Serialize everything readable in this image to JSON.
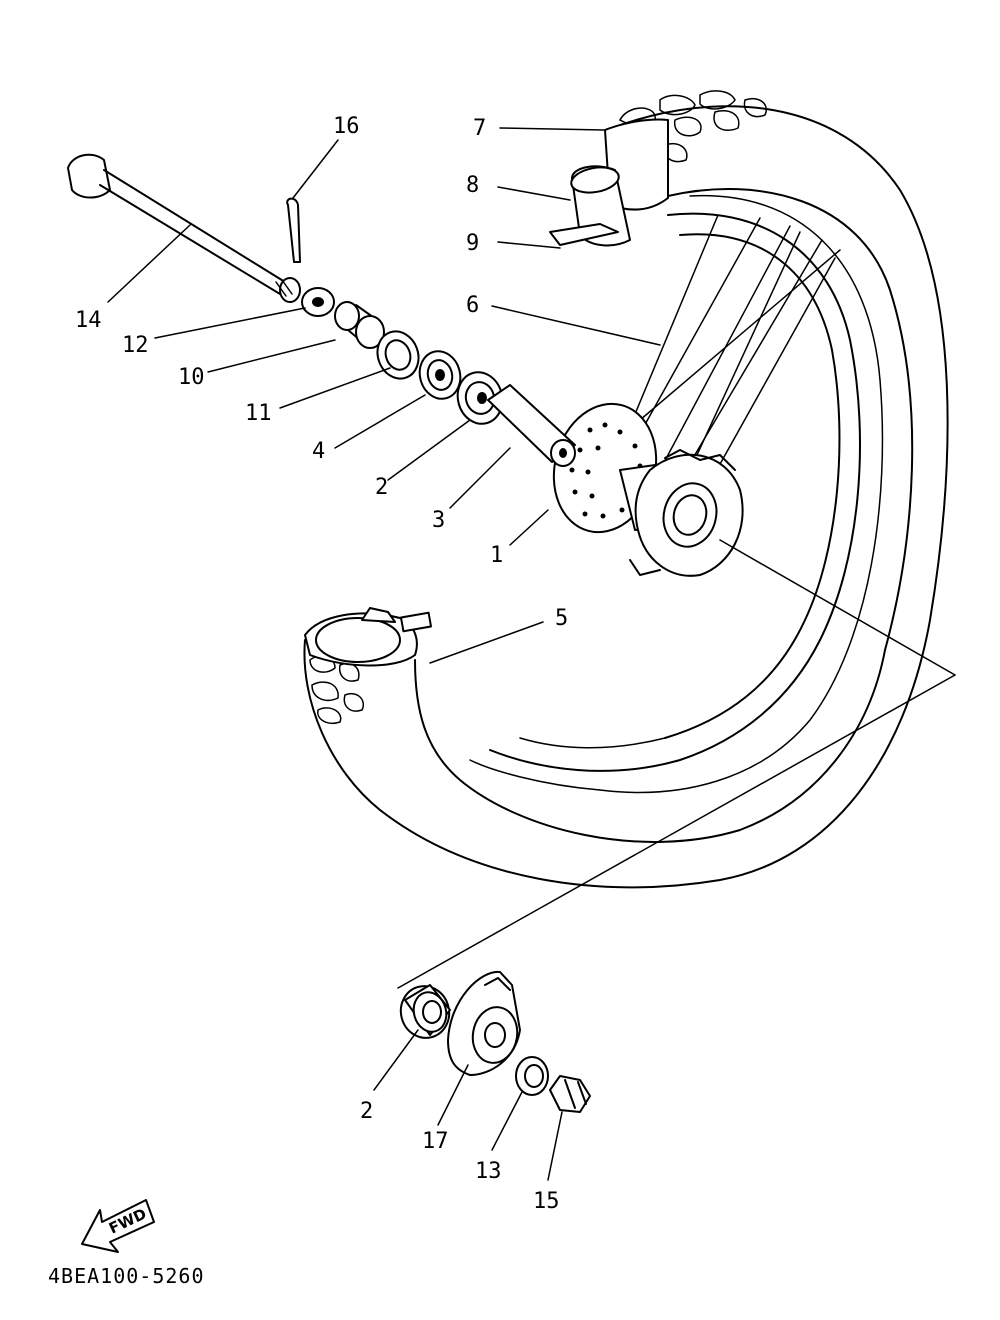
{
  "diagram_code": "4BEA100-5260",
  "fwd_label": "FWD",
  "callouts": [
    {
      "id": "c16",
      "text": "16"
    },
    {
      "id": "c14",
      "text": "14"
    },
    {
      "id": "c12",
      "text": "12"
    },
    {
      "id": "c10",
      "text": "10"
    },
    {
      "id": "c11",
      "text": "11"
    },
    {
      "id": "c4",
      "text": "4"
    },
    {
      "id": "c2a",
      "text": "2"
    },
    {
      "id": "c3",
      "text": "3"
    },
    {
      "id": "c1",
      "text": "1"
    },
    {
      "id": "c7",
      "text": "7"
    },
    {
      "id": "c8",
      "text": "8"
    },
    {
      "id": "c9",
      "text": "9"
    },
    {
      "id": "c6",
      "text": "6"
    },
    {
      "id": "c5",
      "text": "5"
    },
    {
      "id": "c2b",
      "text": "2"
    },
    {
      "id": "c17",
      "text": "17"
    },
    {
      "id": "c13",
      "text": "13"
    },
    {
      "id": "c15",
      "text": "15"
    }
  ]
}
